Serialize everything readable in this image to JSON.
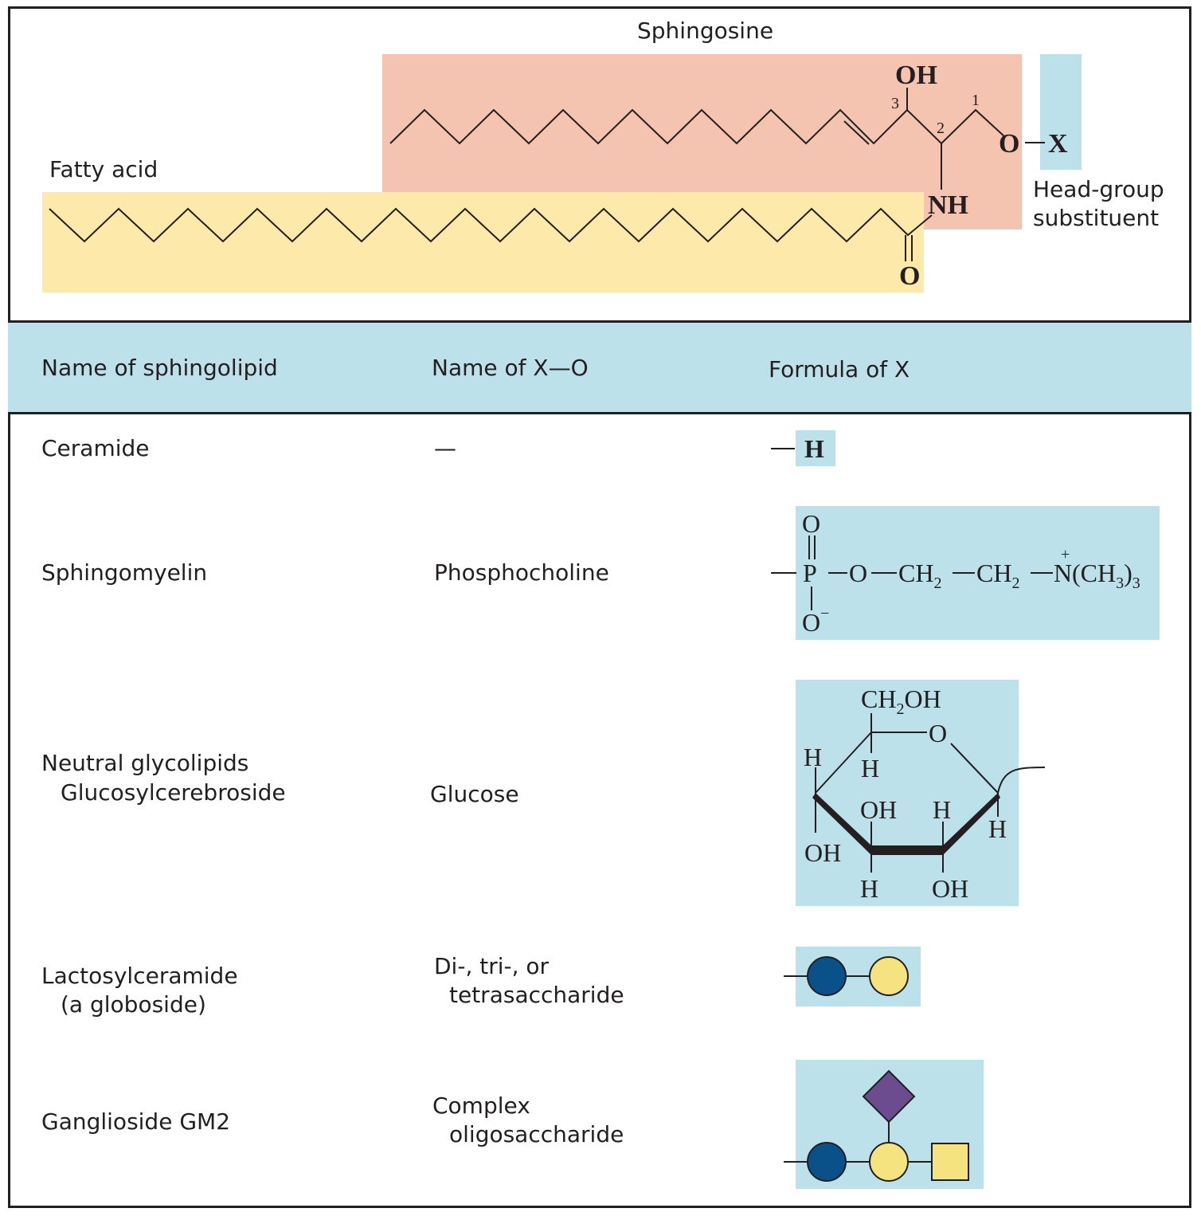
{
  "structure": {
    "sphingosine_label": "Sphingosine",
    "fatty_acid_label": "Fatty acid",
    "head_group_label_line1": "Head-group",
    "head_group_label_line2": "substituent",
    "atoms": {
      "oh": "OH",
      "nh": "NH",
      "o_carbonyl": "O",
      "o_ether": "O",
      "x": "X",
      "c1": "1",
      "c2": "2",
      "c3": "3"
    }
  },
  "table": {
    "headers": [
      "Name of sphingolipid",
      "Name of X—O",
      "Formula of X"
    ],
    "rows": {
      "ceramide": {
        "name": "Ceramide",
        "xo": "—",
        "formula_h": "H"
      },
      "sphingomyelin": {
        "name": "Sphingomyelin",
        "xo": "Phosphocholine",
        "formula": {
          "o_top": "O",
          "p": "P",
          "o": "O",
          "ch2": "CH",
          "two": "2",
          "n": "N",
          "plus": "+",
          "ch3": "(CH",
          "three": "3",
          "close": ")",
          "o_minus": "O",
          "minus": "−"
        }
      },
      "glucosyl": {
        "name_line1": "Neutral glycolipids",
        "name_line2": "Glucosylcerebroside",
        "xo": "Glucose",
        "formula": {
          "ch2oh": "CH",
          "two": "2",
          "oh_suffix": "OH",
          "ring_o": "O",
          "h": "H",
          "oh": "OH"
        }
      },
      "lactosyl": {
        "name_line1": "Lactosylceramide",
        "name_line2": "(a globoside)",
        "xo_line1": "Di-, tri-, or",
        "xo_line2": "tetrasaccharide"
      },
      "ganglioside": {
        "name": "Ganglioside GM2",
        "xo_line1": "Complex",
        "xo_line2": "oligosaccharide"
      }
    }
  },
  "colors": {
    "sphingosine_bg": "#f4c4b0",
    "fatty_acid_bg": "#fde9a9",
    "head_bg": "#bde1ea",
    "glucose_blue": "#0b5189",
    "galactose_yellow": "#f5e37f",
    "sialic_purple": "#6b4c8e",
    "galnac_yellow": "#f5e37f",
    "ink": "#231f20"
  }
}
